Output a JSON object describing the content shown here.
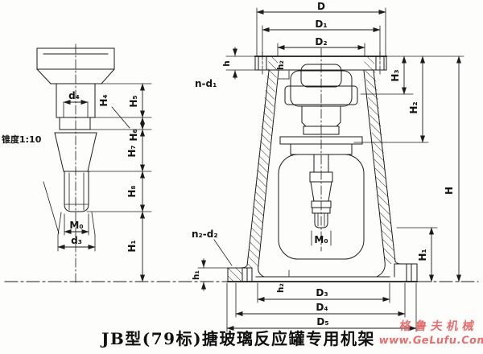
{
  "title_caption": "JB型(79标)搪玻璃反应罐专用机架",
  "watermark": {
    "company": "格鲁夫机械",
    "url": "www.GeLufu.Com",
    "color": "#e05858"
  },
  "left_detail": {
    "taper_note": "锥度1:10",
    "dim_d4": "d₄",
    "dim_H4": "H₄",
    "dim_H5": "H₅",
    "dim_H6": "H₆",
    "dim_H7": "H₇",
    "dim_H8": "H₈",
    "dim_H1": "H₁",
    "dim_M0": "M₀",
    "dim_d3": "d₃"
  },
  "main_view": {
    "dim_D": "D",
    "dim_D1": "D₁",
    "dim_D2": "D₂",
    "dim_h": "h",
    "dim_h2_top": "h₂",
    "bolt_note_top": "n-d₁",
    "dim_H3": "H₃",
    "dim_H2": "H₂",
    "dim_H": "H",
    "dim_H1": "H₁",
    "bolt_note_base": "n₂-d₂",
    "dim_h1": "h₁",
    "dim_M0": "M₀",
    "dim_h2_base": "h₂",
    "dim_D3": "D₃",
    "dim_D4": "D₄",
    "dim_D5": "D₅"
  },
  "colors": {
    "line": "#1c1c1c",
    "background": "#fdfdfc",
    "watermark": "#e05858"
  }
}
